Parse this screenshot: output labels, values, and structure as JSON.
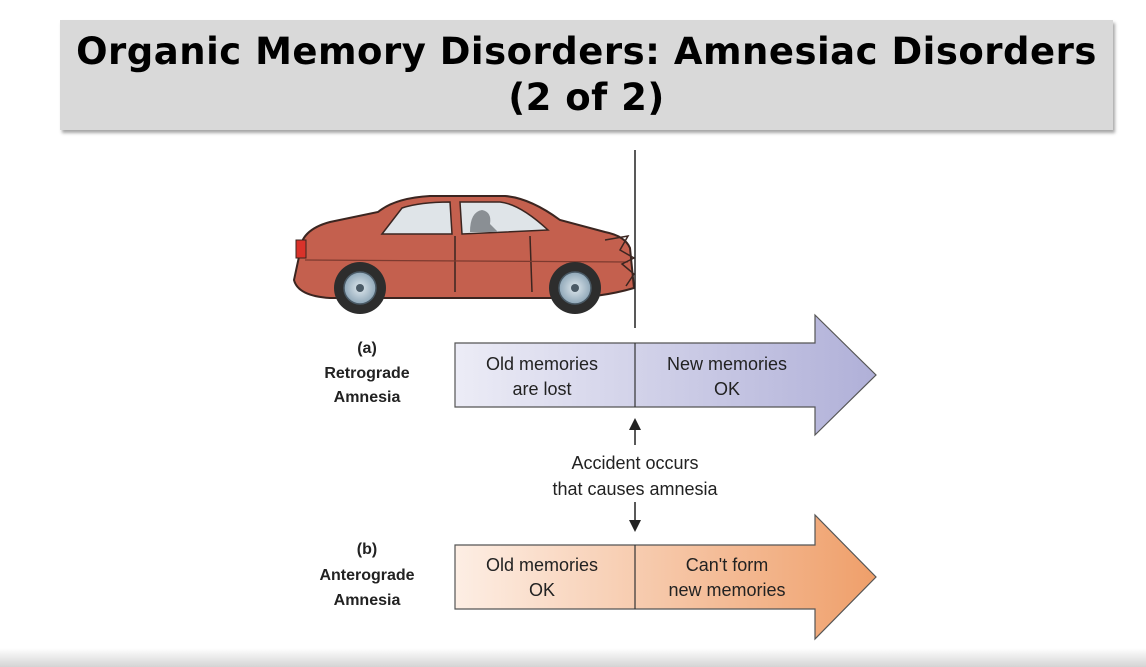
{
  "slide": {
    "title": "Organic Memory Disorders: Amnesiac Disorders (2 of 2)"
  },
  "diagram": {
    "retrograde": {
      "letter": "(a)",
      "label_line1": "Retrograde",
      "label_line2": "Amnesia",
      "left_line1": "Old memories",
      "left_line2": "are lost",
      "right_line1": "New memories",
      "right_line2": "OK"
    },
    "accident": {
      "line1": "Accident occurs",
      "line2": "that causes amnesia"
    },
    "anterograde": {
      "letter": "(b)",
      "label_line1": "Anterograde",
      "label_line2": "Amnesia",
      "left_line1": "Old memories",
      "left_line2": "OK",
      "right_line1": "Can't form",
      "right_line2": "new memories"
    },
    "colors": {
      "retrograde_light": "#e9e9f4",
      "retrograde_dark": "#b3b3d9",
      "anterograde_light": "#fbe9dc",
      "anterograde_dark": "#f0a877",
      "car_body": "#c4604e"
    }
  }
}
